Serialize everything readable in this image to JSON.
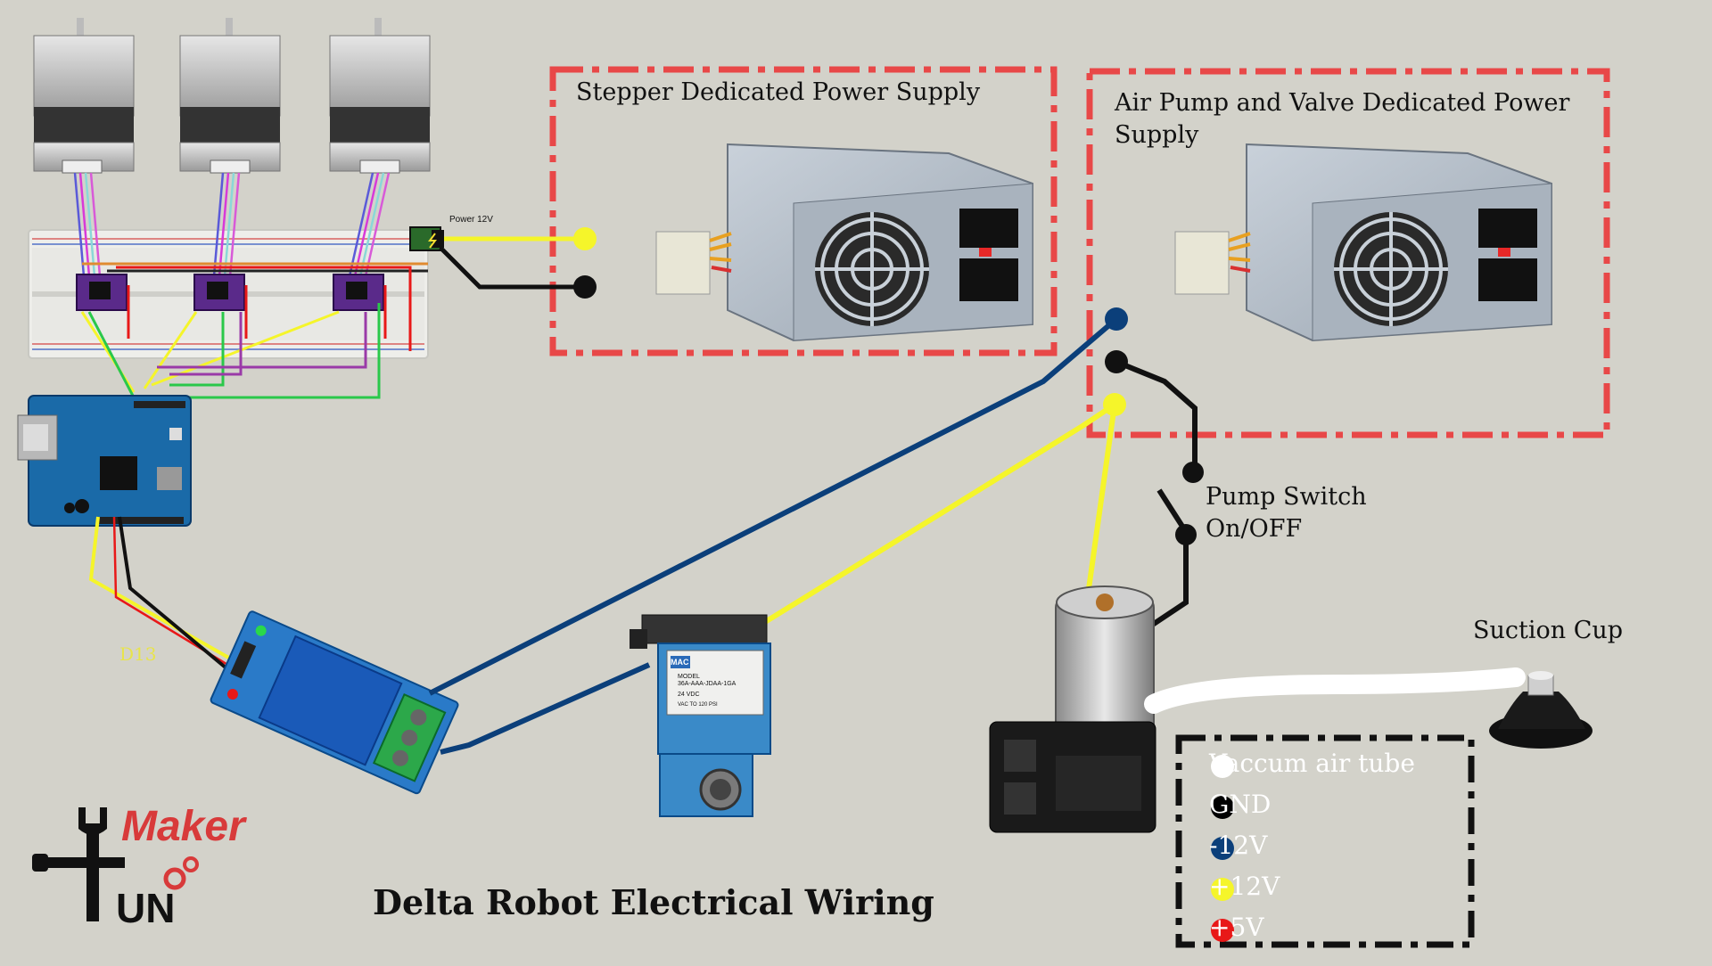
{
  "title": "Delta Robot Electrical Wiring",
  "labels": {
    "stepper_psu": "Stepper Dedicated Power Supply",
    "air_psu_line1": "Air Pump and Valve Dedicated Power",
    "air_psu_line2": "Supply",
    "pump_switch_line1": "Pump Switch",
    "pump_switch_line2": "On/OFF",
    "suction_cup": "Suction Cup",
    "power_12v": "Power 12V",
    "d13": "D13",
    "valve_brand": "MAC",
    "valve_text1": "MODEL",
    "valve_model": "36A-AAA-JDAA-1GA",
    "valve_text2": "24 VDC",
    "valve_text3": "VAC TO 120 PSI"
  },
  "legend": [
    {
      "label": "Vaccum air tube",
      "color": "#ffffff"
    },
    {
      "label": "GND",
      "color": "#000000"
    },
    {
      "label": "-12V",
      "color": "#0b3f7a"
    },
    {
      "label": "+12V",
      "color": "#f5f52a"
    },
    {
      "label": "+5V",
      "color": "#e81818"
    }
  ],
  "logo": {
    "top": "Maker",
    "bottom": "UN"
  },
  "colors": {
    "background": "#d3d2ca",
    "box_red": "#e84848",
    "wire_blue": "#0b3f7a",
    "wire_yellow": "#f5f52a",
    "wire_black": "#111111",
    "wire_red": "#e81818"
  }
}
